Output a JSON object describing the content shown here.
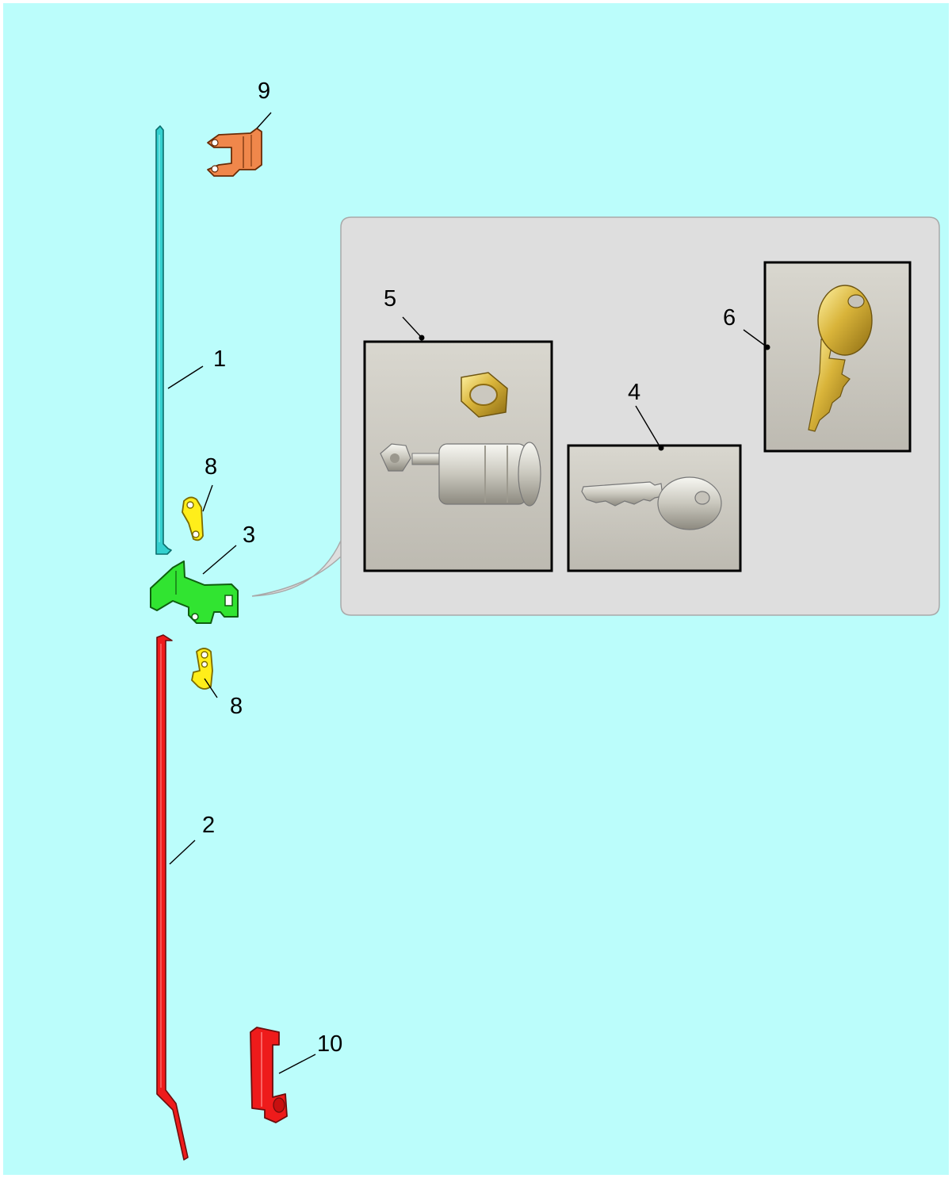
{
  "diagram": {
    "background_color": "#bbfdfb",
    "callout_panel_color": "#dedede",
    "part_colors": {
      "upper_rod": "#34d0cf",
      "lower_rod": "#ee1b1b",
      "lock_bracket": "#31e431",
      "clips": "#ffee1a",
      "hinge_bracket": "#f0874b",
      "bottom_bracket": "#ee1b1b"
    },
    "callouts": {
      "p1": "1",
      "p2": "2",
      "p3": "3",
      "p4": "4",
      "p5": "5",
      "p6": "6",
      "p8_upper": "8",
      "p8_lower": "8",
      "p9": "9",
      "p10": "10"
    }
  }
}
